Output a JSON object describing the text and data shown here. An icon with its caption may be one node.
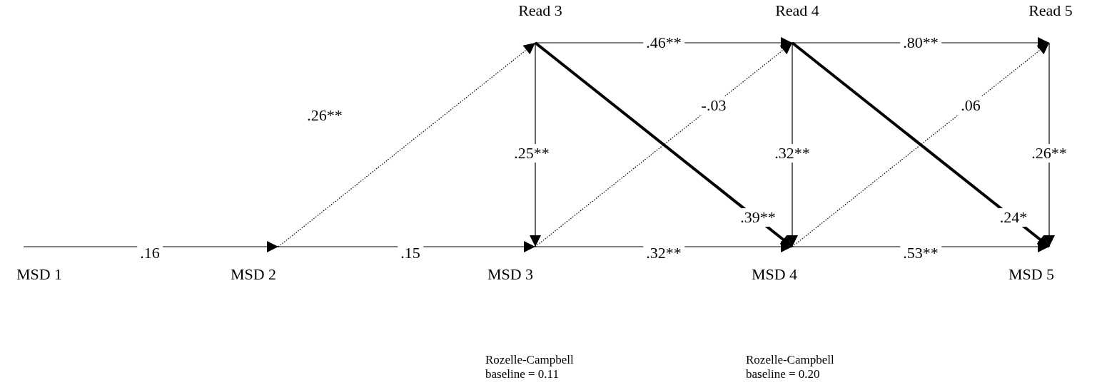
{
  "diagram": {
    "nodes": [
      {
        "text": [
          "MSD 1"
        ]
      },
      {
        "text": [
          "MSD 2"
        ]
      },
      {
        "text": [
          "MSD 3"
        ]
      },
      {
        "text": [
          "MSD 4"
        ]
      },
      {
        "text": [
          "MSD 5"
        ]
      },
      {
        "text": [
          "Read 3"
        ]
      },
      {
        "text": [
          "Read 4"
        ]
      },
      {
        "text": [
          "Read 5"
        ]
      }
    ],
    "edges": [
      {
        "from": 0,
        "to": 1,
        "arrow": "to",
        "label": ".16"
      },
      {
        "from": 1,
        "to": 2,
        "arrow": "to",
        "label": ".15"
      },
      {
        "from": 2,
        "to": 3,
        "arrow": "to",
        "label": ".32**"
      },
      {
        "from": 3,
        "to": 4,
        "arrow": "to",
        "label": ".53**"
      },
      {
        "from": 1,
        "to": 5,
        "arrow": "to",
        "label": ".26**",
        "style": "dashed"
      },
      {
        "from": 5,
        "to": 6,
        "arrow": "to",
        "label": ".46**"
      },
      {
        "from": 6,
        "to": 7,
        "arrow": "to",
        "label": ".80**"
      },
      {
        "from": 5,
        "to": 2,
        "arrow": "to",
        "label": ".25**"
      },
      {
        "from": 6,
        "to": 3,
        "arrow": "to",
        "label": ".32**"
      },
      {
        "from": 7,
        "to": 4,
        "arrow": "to",
        "label": ".26**"
      },
      {
        "from": 2,
        "to": 6,
        "arrow": "to",
        "label": "-.03",
        "style": "dashed"
      },
      {
        "from": 3,
        "to": 7,
        "arrow": "to",
        "label": ".06",
        "style": "dashed"
      },
      {
        "from": 5,
        "to": 3,
        "arrow": "to",
        "label": ".39**",
        "style": "thick"
      },
      {
        "from": 6,
        "to": 4,
        "arrow": "to",
        "label": ".24*",
        "style": "thick"
      }
    ],
    "labels": [
      "Rozelle-Campbell baseline = 0.11",
      "Rozelle-Campbell baseline = 0.20"
    ]
  }
}
